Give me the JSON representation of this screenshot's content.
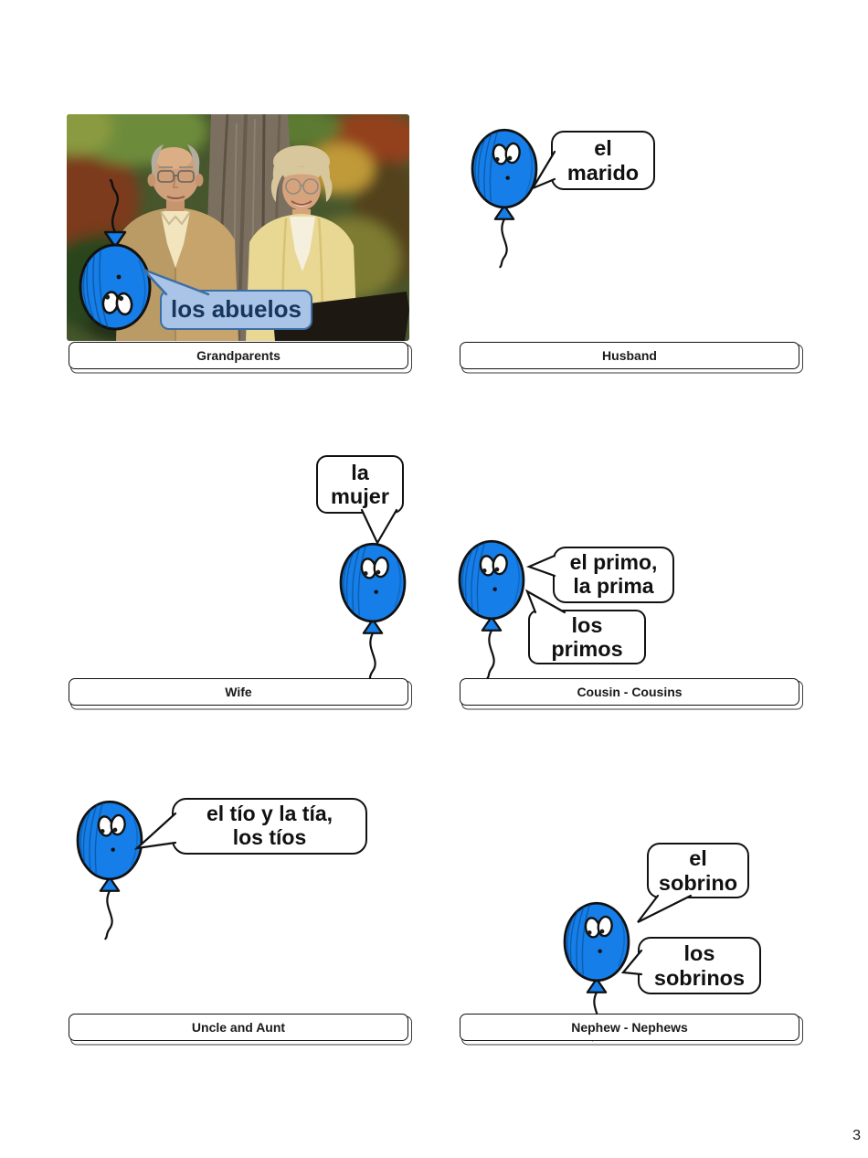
{
  "page": {
    "number": "3"
  },
  "panels": [
    {
      "id": "grandparents",
      "caption": "Grandparents",
      "bubbles": [
        {
          "style": "blue",
          "lines": [
            "los abuelos"
          ]
        }
      ],
      "photo": "elderly-couple-outdoors"
    },
    {
      "id": "husband",
      "caption": "Husband",
      "bubbles": [
        {
          "style": "white",
          "lines": [
            "el",
            "marido"
          ]
        }
      ]
    },
    {
      "id": "wife",
      "caption": "Wife",
      "bubbles": [
        {
          "style": "white",
          "lines": [
            "la",
            "mujer"
          ]
        }
      ]
    },
    {
      "id": "cousins",
      "caption": "Cousin - Cousins",
      "bubbles": [
        {
          "style": "white",
          "lines": [
            "el primo,",
            "la prima"
          ]
        },
        {
          "style": "white",
          "lines": [
            "los",
            "primos"
          ]
        }
      ]
    },
    {
      "id": "uncle-aunt",
      "caption": "Uncle and Aunt",
      "bubbles": [
        {
          "style": "white",
          "lines": [
            "el tío y la tía,",
            "los tíos"
          ]
        }
      ]
    },
    {
      "id": "nephews",
      "caption": "Nephew - Nephews",
      "bubbles": [
        {
          "style": "white",
          "lines": [
            "el",
            "sobrino"
          ]
        },
        {
          "style": "white",
          "lines": [
            "los",
            "sobrinos"
          ]
        }
      ]
    }
  ],
  "icons": {
    "balloon": "balloon-character-icon"
  },
  "colors": {
    "balloon_fill": "#157ee8",
    "balloon_outline": "#111111",
    "bubble_white_fill": "#ffffff",
    "bubble_border": "#111111",
    "bubble_blue_fill": "#a9c4e6",
    "bubble_blue_border": "#3d6ea5",
    "bubble_blue_text": "#17365d",
    "caption_text": "#1a1a1a",
    "page_background": "#ffffff"
  }
}
